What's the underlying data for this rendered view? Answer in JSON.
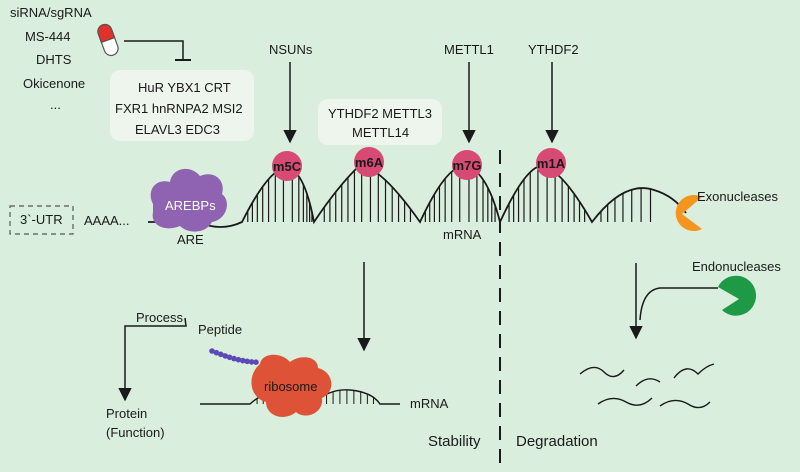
{
  "inhibitors": [
    "siRNA/sgRNA",
    "MS-444",
    "DHTS",
    "Okicenone",
    "..."
  ],
  "rbp_box": {
    "line1": "HuR YBX1 CRT",
    "line2": "FXR1 hnRNPA2 MSI2",
    "line3": "ELAVL3 EDC3"
  },
  "readers_box": {
    "line1": "YTHDF2  METTL3",
    "line2": "METTL14"
  },
  "enzymes": {
    "nsuns": "NSUNs",
    "mettl1": "METTL1",
    "ythdf2": "YTHDF2"
  },
  "modifications": [
    "m5C",
    "m6A",
    "m7G",
    "m1A"
  ],
  "utr_label": "3`-UTR",
  "polya_label": "AAAA...",
  "arebps_label": "AREBPs",
  "are_label": "ARE",
  "mrna_label": "mRNA",
  "exonucleases_label": "Exonucleases",
  "endonucleases_label": "Endonucleases",
  "translation": {
    "process_label": "Process",
    "peptide_label": "Peptide",
    "protein_label": "Protein",
    "function_label": "(Function)",
    "ribosome_label": "ribosome",
    "mrna_label": "mRNA"
  },
  "sections": {
    "stability": "Stability",
    "degradation": "Degradation"
  },
  "colors": {
    "background": "#daeedd",
    "modification_circle": "#d64a74",
    "arebps": "#8f63b2",
    "ribosome": "#de5238",
    "peptide": "#5a4ab8",
    "exonuclease": "#f5941f",
    "endonuclease": "#1e9a46",
    "box_fill": "#eef5ec",
    "capsule_red": "#e2302a"
  }
}
